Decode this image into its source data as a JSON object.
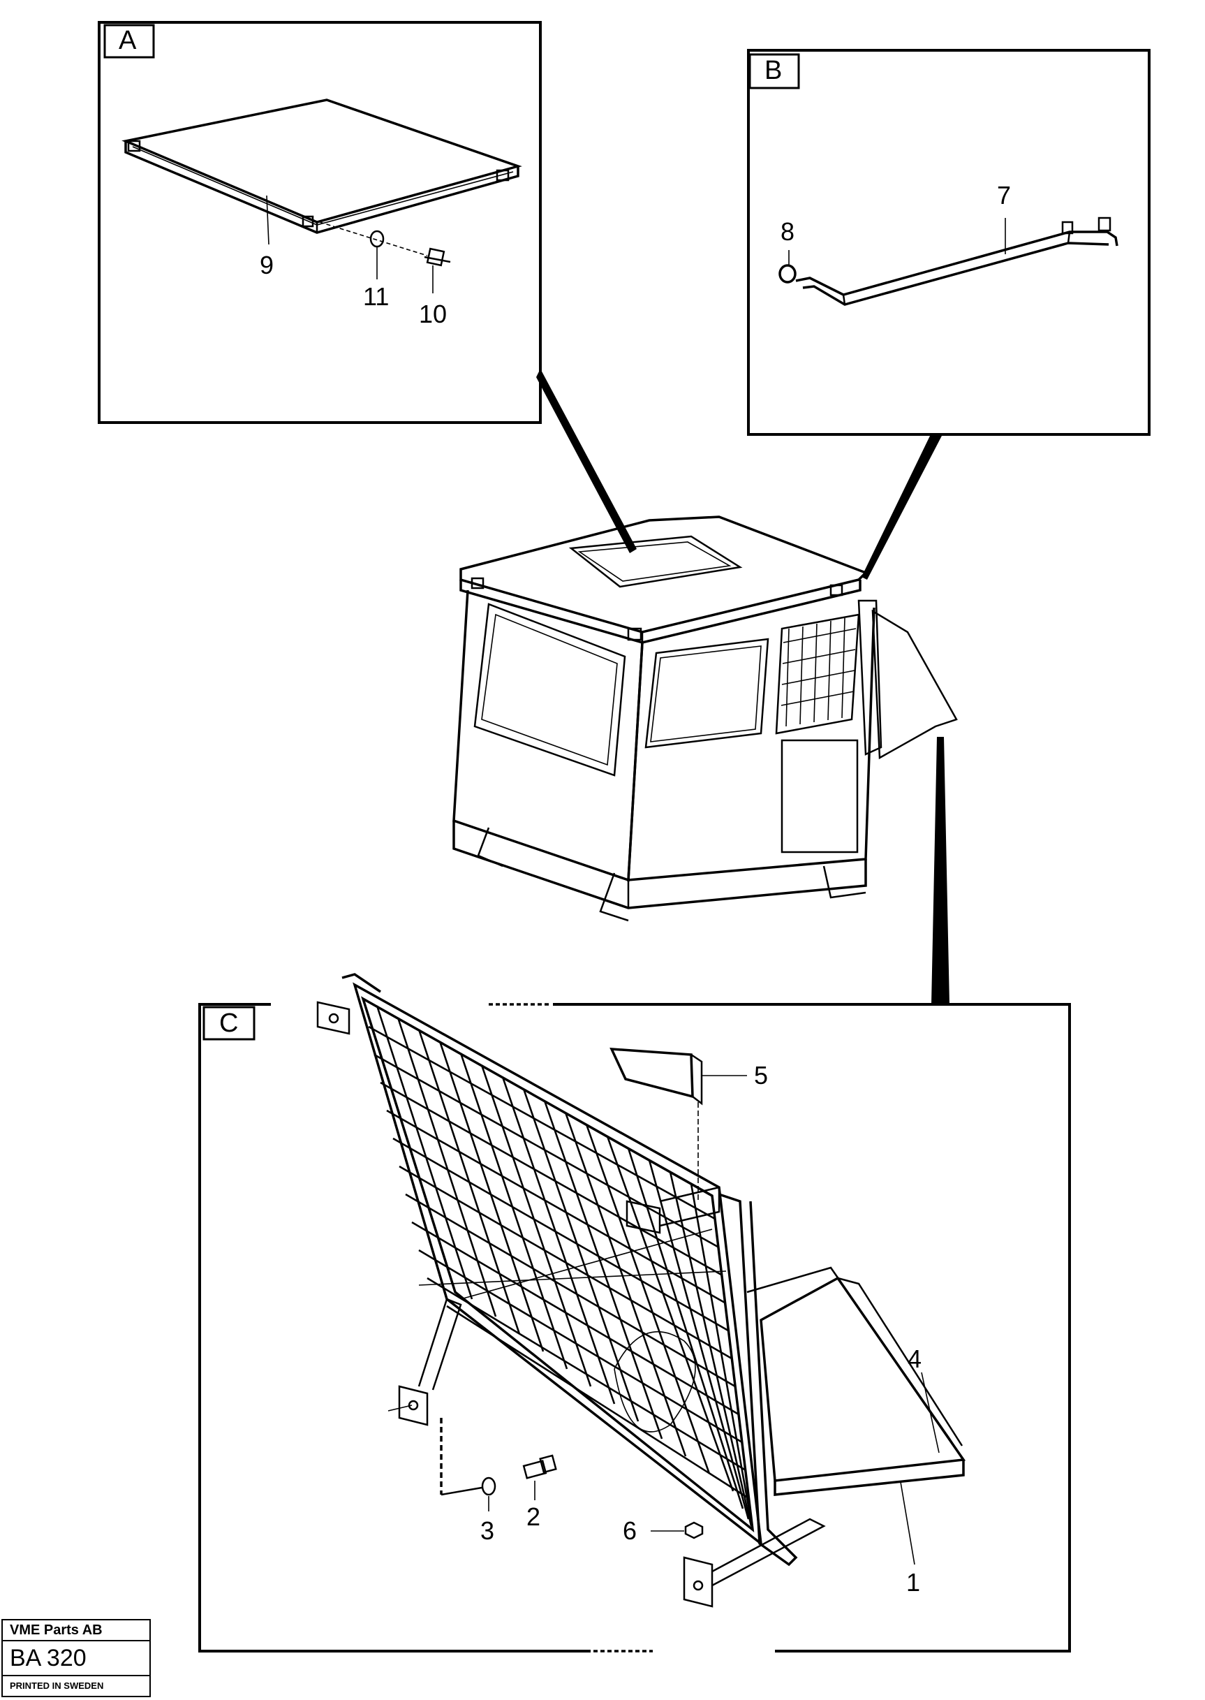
{
  "panels": {
    "a": {
      "tag": "A",
      "callouts": {
        "cover_plate": "9",
        "washer": "11",
        "screw": "10"
      }
    },
    "b": {
      "tag": "B",
      "callouts": {
        "handrail": "7",
        "plug": "8"
      }
    },
    "c": {
      "tag": "C",
      "callouts": {
        "guard_grille": "1",
        "screw": "2",
        "washer": "3",
        "tray": "4",
        "bracket": "5",
        "nut": "6"
      }
    }
  },
  "footer": {
    "company": "VME Parts AB",
    "code": "BA 320",
    "printed": "PRINTED IN SWEDEN"
  }
}
